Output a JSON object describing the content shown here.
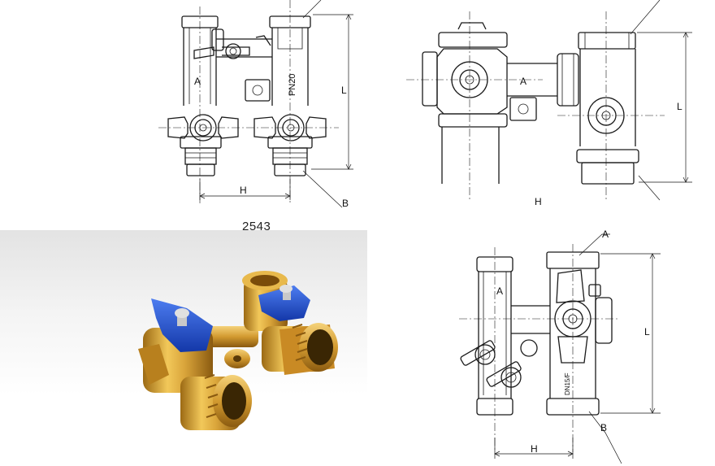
{
  "model_code": "2543",
  "front_view": {
    "dim_h": "H",
    "dim_l": "L",
    "callout_b": "B",
    "mark_pn": "PN20",
    "mark_logo": "A"
  },
  "side_view": {
    "dim_h": "H",
    "dim_l": "L",
    "mark_logo": "A"
  },
  "top_view": {
    "dim_h": "H",
    "dim_l": "L",
    "callout_a": "A",
    "callout_b": "B",
    "mark_dn": "DN15/F",
    "mark_logo": "A"
  },
  "colors": {
    "line": "#1a1a1a",
    "brass": "#d9a43a",
    "handle_blue": "#1f4fd6"
  }
}
